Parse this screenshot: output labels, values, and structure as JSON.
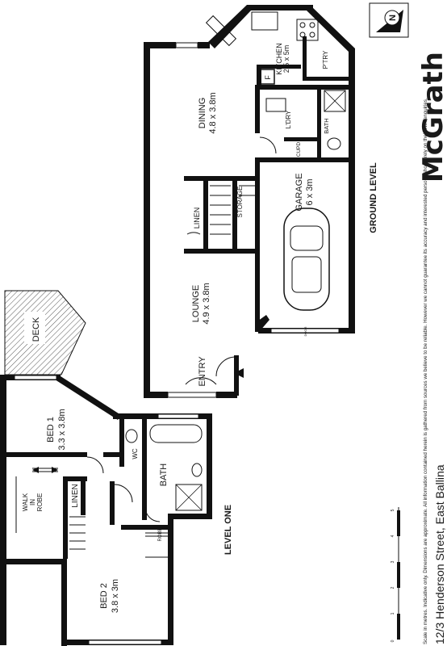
{
  "brand": {
    "logo_text": "McGrath"
  },
  "address": "12/3 Henderson Street, East Ballina",
  "disclaimer": "Scale in metres. Indicative only. Dimensions are approximate. All information contained herein is gathered from sources we believe to be reliable. However we cannot guarantee its accuracy and interested persons should rely on their own enquiries.",
  "compass": {
    "letter": "N"
  },
  "scale": {
    "ticks": [
      "0",
      "1",
      "2",
      "3",
      "4",
      "5"
    ]
  },
  "levels": {
    "ground": {
      "title": "GROUND LEVEL",
      "rooms": {
        "kitchen": {
          "name": "KITCHEN",
          "size": "2.5 x 5m"
        },
        "pantry": {
          "name": "P'TRY"
        },
        "fridge": {
          "name": "F"
        },
        "dining": {
          "name": "DINING",
          "size": "4.8 x 3.8m"
        },
        "laundry": {
          "name": "L'DRY"
        },
        "bath": {
          "name": "BATH"
        },
        "cupboard": {
          "name": "CUPD"
        },
        "garage": {
          "name": "GARAGE",
          "size": "6 x 3m"
        },
        "linen": {
          "name": "LINEN"
        },
        "storage": {
          "name": "STORAGE"
        },
        "lounge": {
          "name": "LOUNGE",
          "size": "4.9 x 3.8m"
        },
        "entry": {
          "name": "ENTRY"
        },
        "door_label": {
          "name": "DOOR"
        }
      }
    },
    "first": {
      "title": "LEVEL ONE",
      "rooms": {
        "deck": {
          "name": "DECK"
        },
        "bed1": {
          "name": "BED 1",
          "size": "3.3 x 3.8m"
        },
        "wc": {
          "name": "WC"
        },
        "bath": {
          "name": "BATH"
        },
        "linen": {
          "name": "LINEN"
        },
        "robe_walk": {
          "line1": "WALK",
          "line2": "IN",
          "line3": "ROBE"
        },
        "robe": {
          "name": "ROBE"
        },
        "bed2": {
          "name": "BED 2",
          "size": "3.8 x 3m"
        }
      }
    }
  }
}
